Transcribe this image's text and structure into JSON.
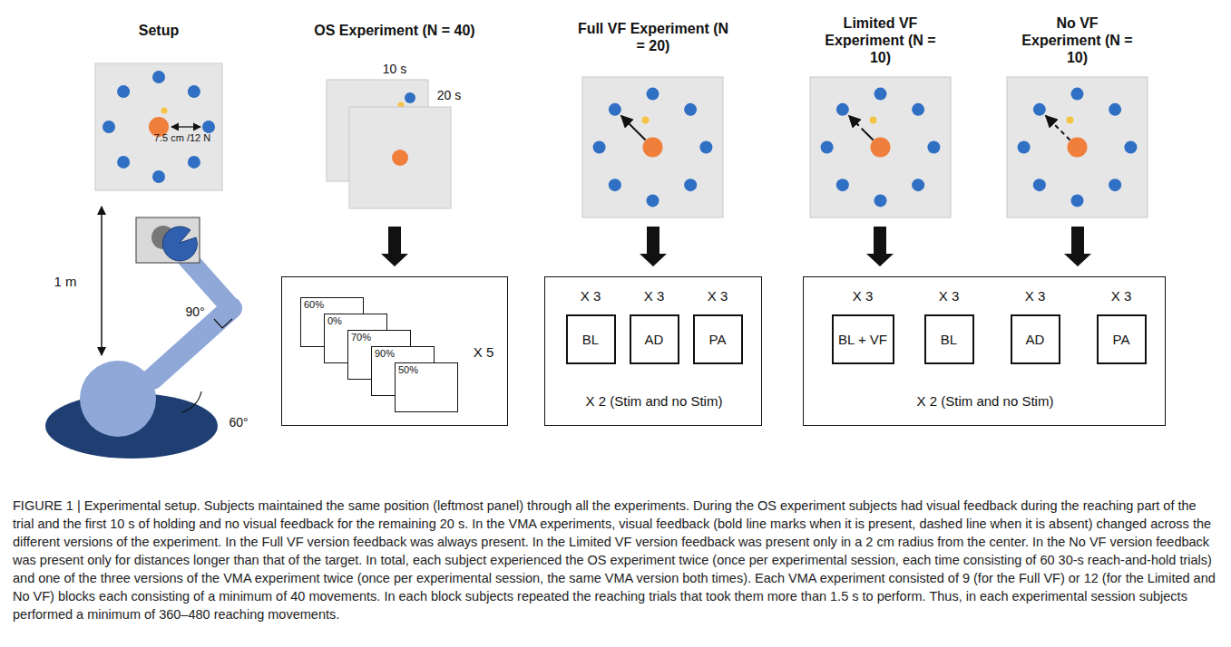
{
  "diagram": {
    "caption": "FIGURE 1 | Experimental setup. Subjects maintained the same position (leftmost panel) through all the experiments. During the OS experiment subjects had visual feedback during the reaching part of the trial and the first 10 s of holding and no visual feedback for the remaining 20 s. In the VMA experiments, visual feedback (bold line marks when it is present, dashed line when it is absent) changed across the different versions of the experiment. In the Full VF version feedback was always present. In the Limited VF version feedback was present only in a 2 cm radius from the center. In the No VF version feedback was present only for distances longer than that of the target. In total, each subject experienced the OS experiment twice (once per experimental session, each time consisting of 60 30-s reach-and-hold trials) and one of the three versions of the VMA experiment twice (once per experimental session, the same VMA version both times). Each VMA experiment consisted of 9 (for the Full VF) or 12 (for the Limited and No VF) blocks each consisting of a minimum of 40 movements. In each block subjects repeated the reaching trials that took them more than 1.5 s to perform. Thus, in each experimental session subjects performed a minimum of 360–480 reaching movements.",
    "nodes": [
      {
        "text": [
          "X 5"
        ]
      },
      {
        "text": [
          "60%"
        ],
        "in": 0
      },
      {
        "text": [
          "0%"
        ],
        "in": 0
      },
      {
        "text": [
          "70%"
        ],
        "in": 0
      },
      {
        "text": [
          "90%"
        ],
        "in": 0
      },
      {
        "text": [
          "50%"
        ],
        "in": 0
      },
      {
        "text": [
          "X 3",
          "X 3",
          "X 3",
          "X 2 (Stim and no Stim)"
        ]
      },
      {
        "text": [
          "BL"
        ],
        "in": 6
      },
      {
        "text": [
          "AD"
        ],
        "in": 6
      },
      {
        "text": [
          "PA"
        ],
        "in": 6
      },
      {
        "text": [
          "X 3",
          "X 3",
          "X 3",
          "X 3",
          "X 2 (Stim and no Stim)"
        ]
      },
      {
        "text": [
          "BL + VF"
        ],
        "in": 10
      },
      {
        "text": [
          "BL"
        ],
        "in": 10
      },
      {
        "text": [
          "AD"
        ],
        "in": 10
      },
      {
        "text": [
          "PA"
        ],
        "in": 10
      }
    ],
    "labels": [
      "Setup",
      "7.5 cm /12 N",
      "1 m",
      "90°",
      "60°",
      "OS Experiment (N = 40)",
      "10 s",
      "20 s",
      "Full VF Experiment (N = 20)",
      "Limited VF Experiment (N = 10)",
      "No VF Experiment (N = 10)"
    ]
  }
}
